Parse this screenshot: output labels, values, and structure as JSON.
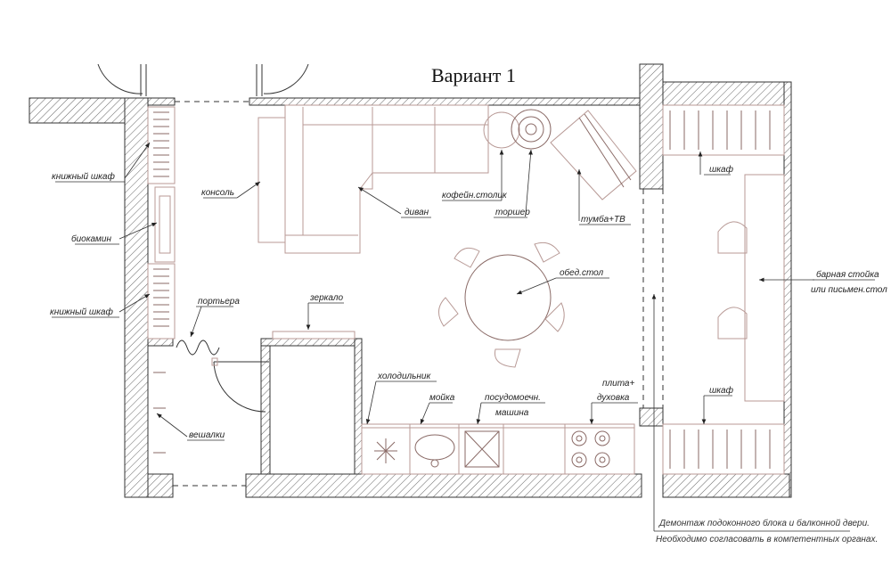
{
  "title": "Вариант 1",
  "labels": {
    "bookshelf_top": "книжный шкаф",
    "biofireplace": "биокамин",
    "bookshelf_bottom": "книжный шкаф",
    "console": "консоль",
    "sofa": "диван",
    "coffee_table": "кофейн.столик",
    "floor_lamp": "торшер",
    "tv_stand": "тумба+ТВ",
    "wardrobe_top": "шкаф",
    "bar_counter_1": "барная стойка",
    "bar_counter_2": "или письмен.стол",
    "dining_table": "обед.стол",
    "portiere": "портьера",
    "mirror": "зеркало",
    "fridge": "холодильник",
    "sink": "мойка",
    "dishwasher_1": "посудомоечн.",
    "dishwasher_2": "машина",
    "stove_1": "плита+",
    "stove_2": "духовка",
    "wardrobe_bottom": "шкаф",
    "hangers": "вешалки"
  },
  "notes": {
    "line1": "Демонтаж подоконного блока и балконной двери.",
    "line2": "Необходимо согласовать в компетентных органах."
  },
  "colors": {
    "walls": "#333333",
    "furniture": "#b89a96",
    "text": "#222222"
  }
}
